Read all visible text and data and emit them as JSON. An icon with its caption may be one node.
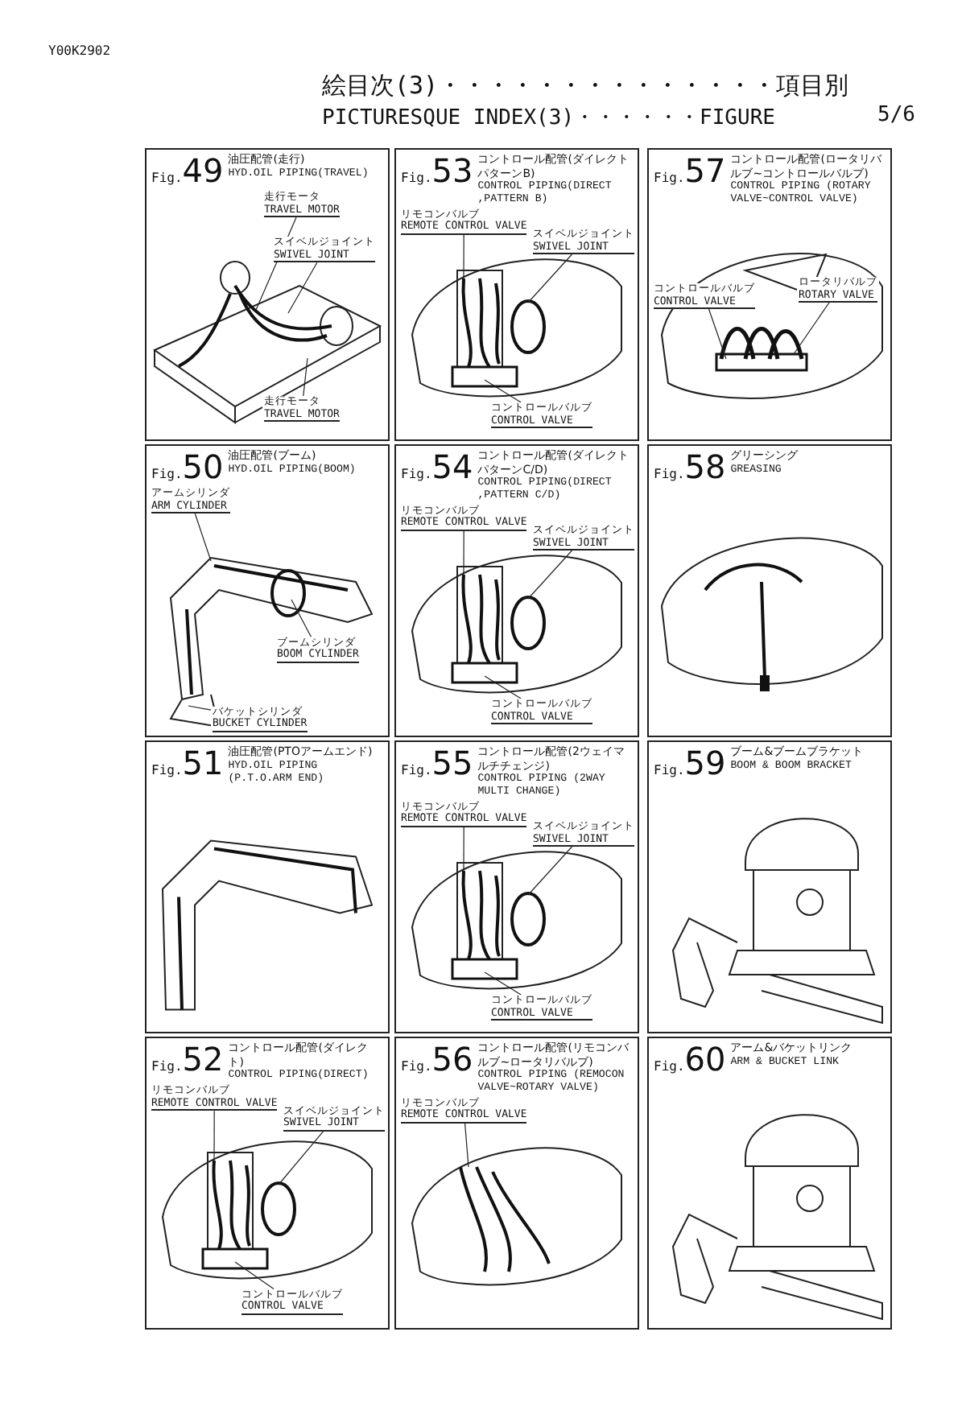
{
  "diagram": {
    "title": "絵目次(3)・・・・・・・・・・・・・・項目別",
    "nodes": [
      {
        "text": [
          "Fig.",
          "49",
          "油圧配管(走行)",
          "HYD.OIL PIPING(TRAVEL)"
        ]
      },
      {
        "text": [
          "走行モータ",
          "TRAVEL MOTOR"
        ],
        "in": 0
      },
      {
        "text": [
          "スイベルジョイント",
          "SWIVEL JOINT"
        ],
        "in": 0
      },
      {
        "text": [
          "走行モータ",
          "TRAVEL MOTOR"
        ],
        "in": 0
      },
      {
        "text": [
          "Fig.",
          "53",
          "コントロール配管(ダイレクトパターンB)",
          "CONTROL PIPING(DIRECT ,PATTERN B)"
        ]
      },
      {
        "text": [
          "リモコンバルブ",
          "REMOTE CONTROL VALVE"
        ],
        "in": 4
      },
      {
        "text": [
          "スイベルジョイント",
          "SWIVEL JOINT"
        ],
        "in": 4
      },
      {
        "text": [
          "コントロールバルブ",
          "CONTROL VALVE"
        ],
        "in": 4
      },
      {
        "text": [
          "Fig.",
          "57",
          "コントロール配管(ロータリバルブ~コントロールバルブ)",
          "CONTROL PIPING (ROTARY VALVE~CONTROL VALVE)"
        ]
      },
      {
        "text": [
          "コントロールバルブ",
          "CONTROL VALVE"
        ],
        "in": 8
      },
      {
        "text": [
          "ロータリバルブ",
          "ROTARY VALVE"
        ],
        "in": 8
      },
      {
        "text": [
          "Fig.",
          "50",
          "油圧配管(ブーム)",
          "HYD.OIL PIPING(BOOM)"
        ]
      },
      {
        "text": [
          "アームシリンダ",
          "ARM CYLINDER"
        ],
        "in": 11
      },
      {
        "text": [
          "ブームシリンダ",
          "BOOM CYLINDER"
        ],
        "in": 11
      },
      {
        "text": [
          "バケットシリンダ",
          "BUCKET CYLINDER"
        ],
        "in": 11
      },
      {
        "text": [
          "Fig.",
          "54",
          "コントロール配管(ダイレクトパターンC/D)",
          "CONTROL PIPING(DIRECT ,PATTERN C/D)"
        ]
      },
      {
        "text": [
          "リモコンバルブ",
          "REMOTE CONTROL VALVE"
        ],
        "in": 15
      },
      {
        "text": [
          "スイベルジョイント",
          "SWIVEL JOINT"
        ],
        "in": 15
      },
      {
        "text": [
          "コントロールバルブ",
          "CONTROL VALVE"
        ],
        "in": 15
      },
      {
        "text": [
          "Fig.",
          "58",
          "グリーシング",
          "GREASING"
        ]
      },
      {
        "text": [
          "Fig.",
          "51",
          "油圧配管(PTOアームエンド)",
          "HYD.OIL PIPING (P.T.O.ARM END)"
        ]
      },
      {
        "text": [
          "Fig.",
          "55",
          "コントロール配管(2ウェイマルチチェンジ)",
          "CONTROL PIPING (2WAY MULTI CHANGE)"
        ]
      },
      {
        "text": [
          "リモコンバルブ",
          "REMOTE CONTROL VALVE"
        ],
        "in": 21
      },
      {
        "text": [
          "スイベルジョイント",
          "SWIVEL JOINT"
        ],
        "in": 21
      },
      {
        "text": [
          "コントロールバルブ",
          "CONTROL VALVE"
        ],
        "in": 21
      },
      {
        "text": [
          "Fig.",
          "59",
          "ブーム&ブームブラケット",
          "BOOM & BOOM BRACKET"
        ]
      },
      {
        "text": [
          "Fig.",
          "52",
          "コントロール配管(ダイレクト)",
          "CONTROL PIPING(DIRECT)"
        ]
      },
      {
        "text": [
          "リモコンバルブ",
          "REMOTE CONTROL VALVE"
        ],
        "in": 26
      },
      {
        "text": [
          "スイベルジョイント",
          "SWIVEL JOINT"
        ],
        "in": 26
      },
      {
        "text": [
          "コントロールバルブ",
          "CONTROL VALVE"
        ],
        "in": 26
      },
      {
        "text": [
          "Fig.",
          "56",
          "コントロール配管(リモコンバルブ~ロータリバルブ)",
          "CONTROL PIPING (REMOCON VALVE~ROTARY VALVE)"
        ]
      },
      {
        "text": [
          "リモコンバルブ",
          "REMOTE CONTROL VALVE"
        ],
        "in": 30
      },
      {
        "text": [
          "Fig.",
          "60",
          "アーム&バケットリンク",
          "ARM & BUCKET LINK"
        ]
      }
    ],
    "edges": [
      {
        "from": 1,
        "to": null,
        "arrow": "none"
      },
      {
        "from": 2,
        "to": null,
        "arrow": "none"
      },
      {
        "from": 3,
        "to": null,
        "arrow": "none"
      },
      {
        "from": 5,
        "to": null,
        "arrow": "none"
      },
      {
        "from": 6,
        "to": null,
        "arrow": "none"
      },
      {
        "from": 7,
        "to": null,
        "arrow": "none"
      },
      {
        "from": 9,
        "to": null,
        "arrow": "none"
      },
      {
        "from": 10,
        "to": null,
        "arrow": "none"
      },
      {
        "from": 12,
        "to": null,
        "arrow": "none"
      },
      {
        "from": 13,
        "to": null,
        "arrow": "none"
      },
      {
        "from": 14,
        "to": null,
        "arrow": "none"
      },
      {
        "from": 16,
        "to": null,
        "arrow": "none"
      },
      {
        "from": 17,
        "to": null,
        "arrow": "none"
      },
      {
        "from": 18,
        "to": null,
        "arrow": "none"
      },
      {
        "from": 22,
        "to": null,
        "arrow": "none"
      },
      {
        "from": 23,
        "to": null,
        "arrow": "none"
      },
      {
        "from": 24,
        "to": null,
        "arrow": "none"
      },
      {
        "from": 27,
        "to": null,
        "arrow": "none"
      },
      {
        "from": 28,
        "to": null,
        "arrow": "none"
      },
      {
        "from": 29,
        "to": null,
        "arrow": "none"
      },
      {
        "from": 31,
        "to": null,
        "arrow": "none"
      }
    ],
    "labels": [
      "Y00K2902",
      "PICTURESQUE INDEX(3)・・・・・・FIGURE",
      "5/6"
    ]
  }
}
